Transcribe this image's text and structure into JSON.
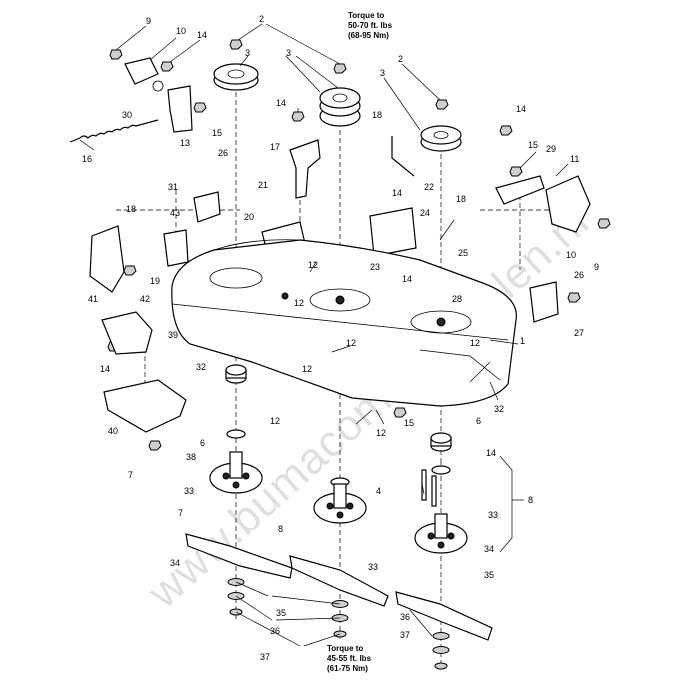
{
  "torque_top": [
    "Torque to",
    "50-70 ft. lbs",
    "(68-95 Nm)"
  ],
  "torque_bottom": [
    "Torque to",
    "45-55 ft. lbs",
    "(61-75 Nm)"
  ],
  "watermark": "www.bumacomaaierdelen.nl",
  "callouts": [
    {
      "id": "c9a",
      "text": "9"
    },
    {
      "id": "c10a",
      "text": "10"
    },
    {
      "id": "c14a",
      "text": "14"
    },
    {
      "id": "c2a",
      "text": "2"
    },
    {
      "id": "c3a",
      "text": "3"
    },
    {
      "id": "c3b",
      "text": "3"
    },
    {
      "id": "c2b",
      "text": "2"
    },
    {
      "id": "c3c",
      "text": "3"
    },
    {
      "id": "c30",
      "text": "30"
    },
    {
      "id": "c14b",
      "text": "14"
    },
    {
      "id": "c18a",
      "text": "18"
    },
    {
      "id": "c14c",
      "text": "14"
    },
    {
      "id": "c13",
      "text": "13"
    },
    {
      "id": "c15a",
      "text": "15"
    },
    {
      "id": "c15b",
      "text": "15"
    },
    {
      "id": "c29",
      "text": "29"
    },
    {
      "id": "c11",
      "text": "11"
    },
    {
      "id": "c16",
      "text": "16"
    },
    {
      "id": "c26a",
      "text": "26"
    },
    {
      "id": "c17",
      "text": "17"
    },
    {
      "id": "c22",
      "text": "22"
    },
    {
      "id": "c21",
      "text": "21"
    },
    {
      "id": "c31",
      "text": "31"
    },
    {
      "id": "c14d",
      "text": "14"
    },
    {
      "id": "c18b",
      "text": "18"
    },
    {
      "id": "c43",
      "text": "43"
    },
    {
      "id": "c20",
      "text": "20"
    },
    {
      "id": "c24",
      "text": "24"
    },
    {
      "id": "c18c",
      "text": "18"
    },
    {
      "id": "c10b",
      "text": "10"
    },
    {
      "id": "c9b",
      "text": "9"
    },
    {
      "id": "c12a",
      "text": "12"
    },
    {
      "id": "c23",
      "text": "23"
    },
    {
      "id": "c25",
      "text": "25"
    },
    {
      "id": "c19",
      "text": "19"
    },
    {
      "id": "c14e",
      "text": "14"
    },
    {
      "id": "c41",
      "text": "41"
    },
    {
      "id": "c42",
      "text": "42"
    },
    {
      "id": "c12b",
      "text": "12"
    },
    {
      "id": "c28",
      "text": "28"
    },
    {
      "id": "c26b",
      "text": "26"
    },
    {
      "id": "c27",
      "text": "27"
    },
    {
      "id": "c39",
      "text": "39"
    },
    {
      "id": "c12c",
      "text": "12"
    },
    {
      "id": "c12d",
      "text": "12"
    },
    {
      "id": "c1",
      "text": "1"
    },
    {
      "id": "c14f",
      "text": "14"
    },
    {
      "id": "c32a",
      "text": "32"
    },
    {
      "id": "c12e",
      "text": "12"
    },
    {
      "id": "c40",
      "text": "40"
    },
    {
      "id": "c12f",
      "text": "12"
    },
    {
      "id": "c12g",
      "text": "12"
    },
    {
      "id": "c15c",
      "text": "15"
    },
    {
      "id": "c32b",
      "text": "32"
    },
    {
      "id": "c6a",
      "text": "6"
    },
    {
      "id": "c6b",
      "text": "6"
    },
    {
      "id": "c14g",
      "text": "14"
    },
    {
      "id": "c7a",
      "text": "7"
    },
    {
      "id": "c38",
      "text": "38"
    },
    {
      "id": "c4",
      "text": "4"
    },
    {
      "id": "c8a",
      "text": "8"
    },
    {
      "id": "c33a",
      "text": "33"
    },
    {
      "id": "c7b",
      "text": "7"
    },
    {
      "id": "c33b",
      "text": "33"
    },
    {
      "id": "c8b",
      "text": "8"
    },
    {
      "id": "c34a",
      "text": "34"
    },
    {
      "id": "c34b",
      "text": "34"
    },
    {
      "id": "c33c",
      "text": "33"
    },
    {
      "id": "c35a",
      "text": "35"
    },
    {
      "id": "c35b",
      "text": "35"
    },
    {
      "id": "c36a",
      "text": "36"
    },
    {
      "id": "c36b",
      "text": "36"
    },
    {
      "id": "c37a",
      "text": "37"
    },
    {
      "id": "c37b",
      "text": "37"
    }
  ]
}
